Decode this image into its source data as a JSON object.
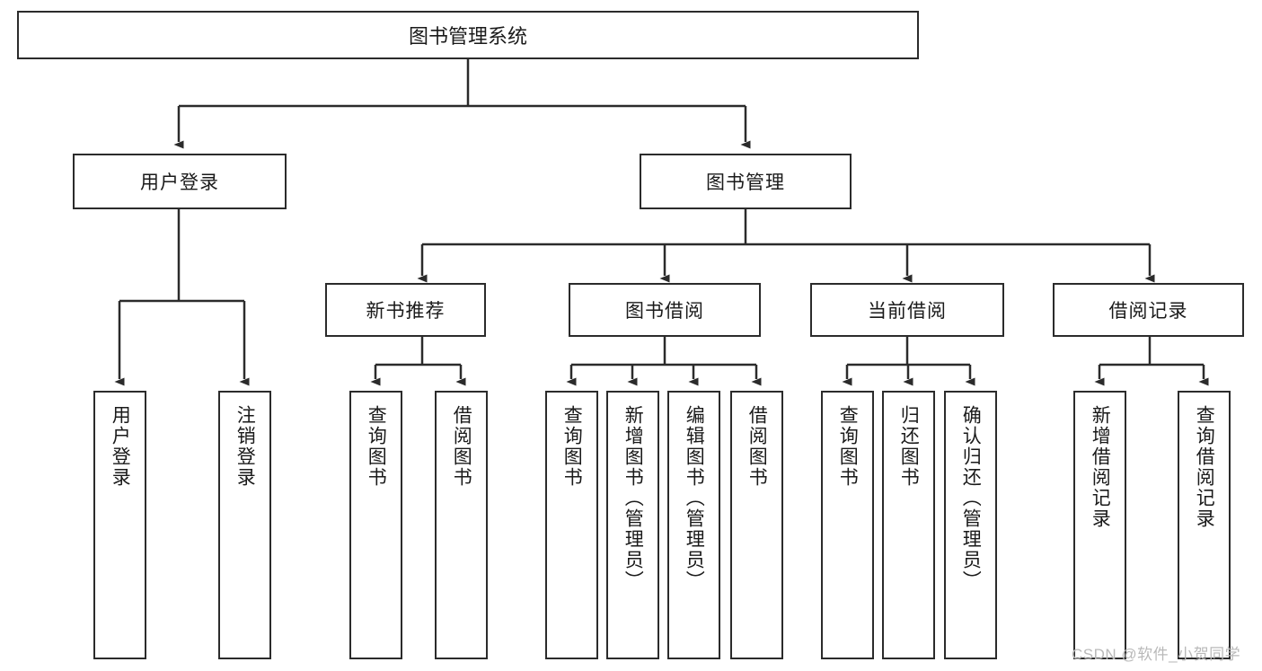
{
  "diagram": {
    "type": "tree",
    "title": "图书管理系统",
    "root": {
      "label": "图书管理系统"
    },
    "level2": [
      {
        "label": "用户登录"
      },
      {
        "label": "图书管理"
      }
    ],
    "level3": [
      {
        "label": "新书推荐"
      },
      {
        "label": "图书借阅"
      },
      {
        "label": "当前借阅"
      },
      {
        "label": "借阅记录"
      }
    ],
    "leaves": {
      "user_login": [
        {
          "label": "用户登录"
        },
        {
          "label": "注销登录"
        }
      ],
      "new_book_recommend": [
        {
          "label": "查询图书"
        },
        {
          "label": "借阅图书"
        }
      ],
      "book_borrow": [
        {
          "label": "查询图书"
        },
        {
          "label": "新增图书（管理员）"
        },
        {
          "label": "编辑图书（管理员）"
        },
        {
          "label": "借阅图书"
        }
      ],
      "current_borrow": [
        {
          "label": "查询图书"
        },
        {
          "label": "归还图书"
        },
        {
          "label": "确认归还（管理员）"
        }
      ],
      "borrow_record": [
        {
          "label": "新增借阅记录"
        },
        {
          "label": "查询借阅记录"
        }
      ]
    }
  },
  "watermark": {
    "text": "CSDN @软件_小贺同学"
  },
  "colors": {
    "background": "#ffffff",
    "stroke": "#2b2b2b",
    "text": "#1a1a1a",
    "watermark": "#b9b9b9"
  }
}
